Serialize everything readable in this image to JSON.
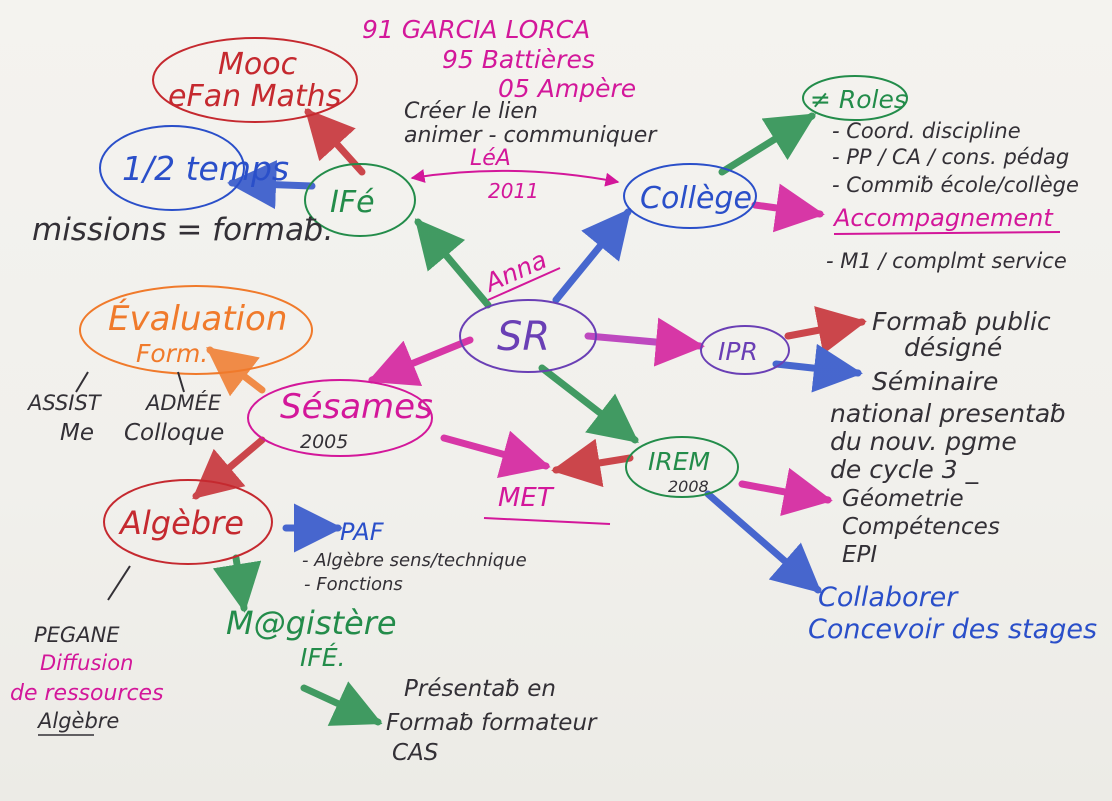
{
  "colors": {
    "magenta": "#d3179a",
    "green": "#238c4a",
    "blue": "#2a4fc9",
    "red": "#c5292f",
    "orange": "#f07a2b",
    "dark": "#333036",
    "paper": "#f3f2ee"
  },
  "header": {
    "line1": "91 GARCIA LORCA",
    "line2": "95 Battières",
    "line3": "05 Ampère"
  },
  "center": {
    "label": "SR",
    "tag": "Anna"
  },
  "ife": {
    "label": "IFé",
    "note_line1": "Créer le lien",
    "note_line2": "animer - communiquer",
    "lea": "LéA",
    "lea_year": "2011"
  },
  "mooc": {
    "line1": "Mooc",
    "line2": "eFan Maths"
  },
  "demi": {
    "label": "1/2 temps",
    "missions": "missions = formaƀ."
  },
  "college": {
    "label": "Collège",
    "roles": "≠ Roles",
    "roles_items": [
      "- Coord. discipline",
      "- PP / CA / cons. pédag",
      "- Commiƀ école/collège"
    ],
    "accomp": "Accompagnement",
    "accomp_item": "- M1 / complmt service"
  },
  "ipr": {
    "label": "IPR",
    "formation_line1": "Formaƀ public",
    "formation_line2": "désigné",
    "seminar": [
      "Séminaire",
      "national presentaƀ",
      "du nouv. pgme",
      "de cycle 3 _"
    ]
  },
  "irem": {
    "label": "IREM",
    "year": "2008",
    "topics": [
      "Géometrie",
      "Compétences",
      "EPI"
    ],
    "collab_line1": "Collaborer",
    "collab_line2": "Concevoir des stages"
  },
  "sesames": {
    "label": "Sésames",
    "year": "2005",
    "met": "MET"
  },
  "evaluation": {
    "line1": "Évaluation",
    "line2": "Form.",
    "assist": "ASSIST",
    "me": "Me",
    "admee": "ADMÉE",
    "colloque": "Colloque"
  },
  "algebre": {
    "label": "Algèbre",
    "paf": "PAF",
    "paf_items": [
      "- Algèbre sens/technique",
      "- Fonctions"
    ],
    "magistere": "M@gistère",
    "ife2": "IFÉ.",
    "pegane": "PEGANE",
    "diffusion": "Diffusion",
    "ressources": "de ressources",
    "algebre_small": "Algèbre",
    "present_line1": "Présentaƀ en",
    "present_line2": "Formaƀ formateur",
    "cas": "CAS"
  }
}
